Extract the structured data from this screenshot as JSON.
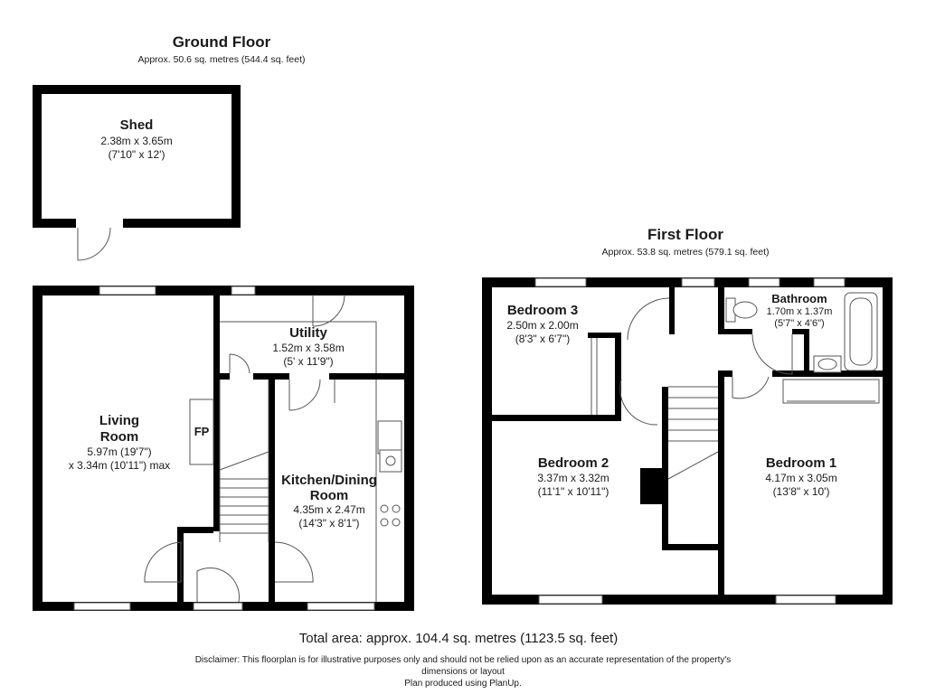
{
  "ground_floor": {
    "title": "Ground Floor",
    "area": "Approx. 50.6 sq. metres (544.4 sq. feet)",
    "rooms": {
      "shed": {
        "name": "Shed",
        "dim_m": "2.38m x 3.65m",
        "dim_ft": "(7'10\" x 12')"
      },
      "living": {
        "name_1": "Living",
        "name_2": "Room",
        "dim_m": "5.97m (19'7\")",
        "dim_ft": "x 3.34m (10'11\") max"
      },
      "fp": {
        "name": "FP"
      },
      "utility": {
        "name": "Utility",
        "dim_m": "1.52m x 3.58m",
        "dim_ft": "(5' x 11'9\")"
      },
      "kitchen": {
        "name_1": "Kitchen/Dining",
        "name_2": "Room",
        "dim_m": "4.35m x 2.47m",
        "dim_ft": "(14'3\" x 8'1\")"
      }
    }
  },
  "first_floor": {
    "title": "First Floor",
    "area": "Approx. 53.8 sq. metres (579.1 sq. feet)",
    "rooms": {
      "bed3": {
        "name": "Bedroom 3",
        "dim_m": "2.50m x 2.00m",
        "dim_ft": "(8'3\" x 6'7\")"
      },
      "bath": {
        "name": "Bathroom",
        "dim_m": "1.70m x 1.37m",
        "dim_ft": "(5'7\" x 4'6\")"
      },
      "bed2": {
        "name": "Bedroom 2",
        "dim_m": "3.37m x 3.32m",
        "dim_ft": "(11'1\" x 10'11\")"
      },
      "bed1": {
        "name": "Bedroom 1",
        "dim_m": "4.17m x 3.05m",
        "dim_ft": "(13'8\" x 10')"
      }
    }
  },
  "footer": {
    "total": "Total area: approx. 104.4 sq. metres (1123.5 sq. feet)",
    "disclaimer_1": "Disclaimer: This floorplan is for illustrative purposes only and should not be relied upon as an accurate representation of the property's",
    "disclaimer_2": "dimensions or layout",
    "credit": "Plan produced using PlanUp."
  }
}
